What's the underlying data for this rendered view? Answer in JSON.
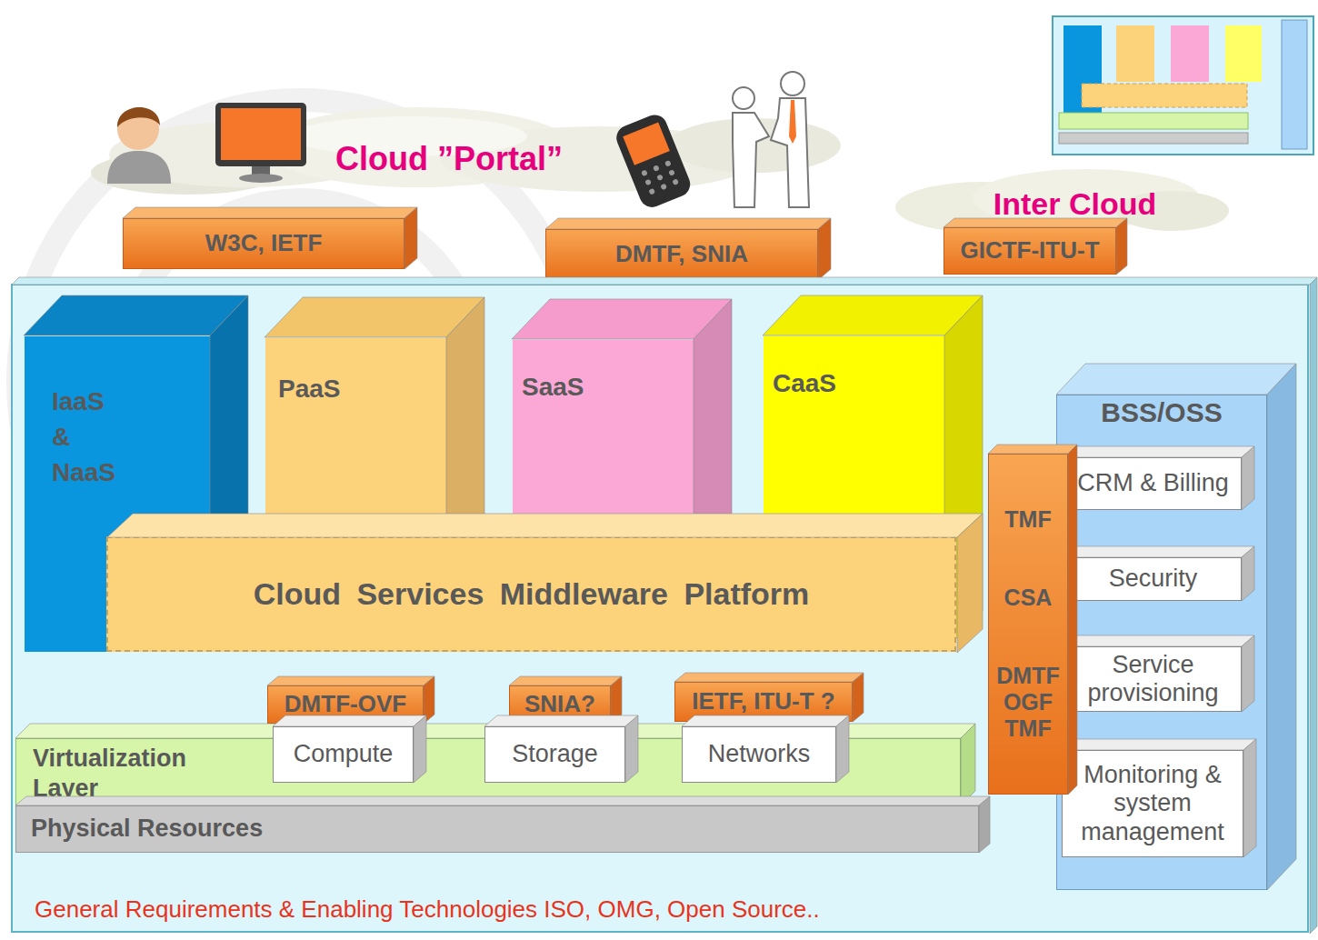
{
  "diagram": {
    "nodes": [
      {
        "text": [
          "Cloud ”Portal”"
        ]
      },
      {
        "text": [
          "Inter Cloud"
        ]
      },
      {
        "text": [
          "W3C, IETF"
        ]
      },
      {
        "text": [
          "DMTF, SNIA"
        ]
      },
      {
        "text": [
          "GICTF-ITU-T"
        ]
      },
      {
        "text": [
          "General Requirements & Enabling Technologies  ISO, OMG, Open Source.."
        ]
      },
      {
        "text": [
          "IaaS & NaaS"
        ],
        "in": 5
      },
      {
        "text": [
          "PaaS"
        ],
        "in": 5
      },
      {
        "text": [
          "SaaS"
        ],
        "in": 5
      },
      {
        "text": [
          "CaaS"
        ],
        "in": 5
      },
      {
        "text": [
          "BSS/OSS"
        ],
        "in": 5
      },
      {
        "text": [
          "CRM & Billing"
        ],
        "in": 10
      },
      {
        "text": [
          "Security"
        ],
        "in": 10
      },
      {
        "text": [
          "Service provisioning"
        ],
        "in": 10
      },
      {
        "text": [
          "Monitoring & system management"
        ],
        "in": 10
      },
      {
        "text": [
          "Cloud Services Middleware Platform"
        ],
        "in": 5
      },
      {
        "text": [
          "TMF",
          "CSA",
          "DMTF OGF TMF"
        ],
        "in": 5
      },
      {
        "text": [
          "DMTF-OVF"
        ],
        "in": 5
      },
      {
        "text": [
          "SNIA?"
        ],
        "in": 5
      },
      {
        "text": [
          "IETF, ITU-T ?"
        ],
        "in": 5
      },
      {
        "text": [
          "Virtualization Layer"
        ],
        "in": 5
      },
      {
        "text": [
          "Compute"
        ],
        "in": 20
      },
      {
        "text": [
          "Storage"
        ],
        "in": 20
      },
      {
        "text": [
          "Networks"
        ],
        "in": 20
      },
      {
        "text": [
          "Physical Resources"
        ],
        "in": 5
      }
    ]
  }
}
